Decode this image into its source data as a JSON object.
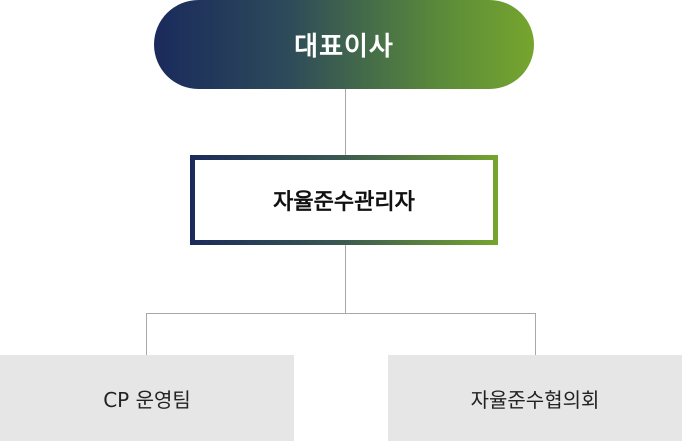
{
  "org_chart": {
    "ceo": {
      "label": "대표이사"
    },
    "compliance_officer": {
      "label": "자율준수관리자"
    },
    "units": [
      {
        "label": "CP 운영팀"
      },
      {
        "label": "자율준수협의회"
      }
    ]
  },
  "colors": {
    "gradient_start": "#1a2a5c",
    "gradient_end": "#76a52e",
    "connector": "#a8a8a8",
    "unit_background": "#e6e6e6"
  }
}
